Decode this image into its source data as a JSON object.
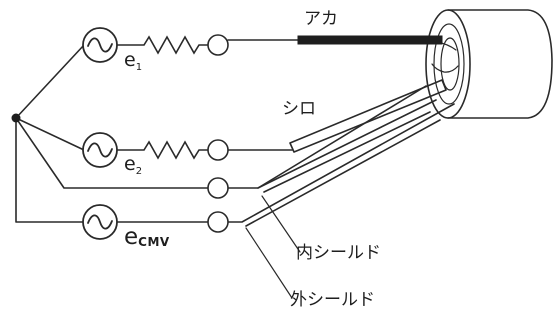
{
  "labels": {
    "red_wire": "アカ",
    "white_wire": "シロ",
    "inner_shield": "内シールド",
    "outer_shield": "外シールド"
  },
  "sources": {
    "e1": {
      "symbol": "e",
      "subscript": "1"
    },
    "e2": {
      "symbol": "e",
      "subscript": "2"
    },
    "ecmv": {
      "symbol": "e",
      "subscript": "CMV"
    }
  },
  "icons": {
    "source": "ac-source-icon",
    "resistor": "resistor-icon",
    "terminal": "terminal-icon",
    "cable": "cable-icon"
  }
}
